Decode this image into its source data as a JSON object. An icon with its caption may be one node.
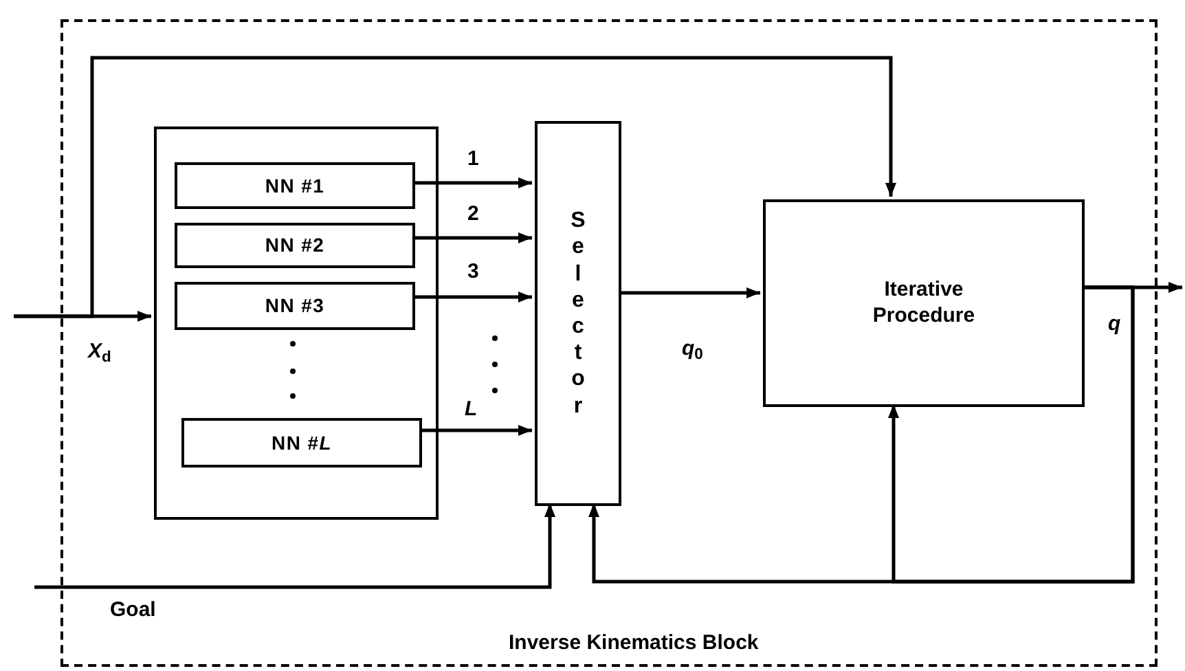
{
  "diagram": {
    "nodes": [
      {
        "text": [
          "Inverse Kinematics Block"
        ]
      },
      {
        "text": [],
        "shape": "box",
        "in": 0
      },
      {
        "text": [
          "NN #1"
        ],
        "in": 1
      },
      {
        "text": [
          "NN #2"
        ],
        "in": 1
      },
      {
        "text": [
          "NN #3"
        ],
        "in": 1
      },
      {
        "text": [
          "NN #*L*"
        ],
        "in": 1
      },
      {
        "text": [
          "Selector"
        ],
        "in": 0
      },
      {
        "text": [
          "Iterative Procedure"
        ],
        "in": 0
      }
    ],
    "edges": [
      {
        "from": null,
        "to": 1,
        "arrow": "to",
        "label": "*X*$_{d}$"
      },
      {
        "from": null,
        "to": 7,
        "arrow": "to"
      },
      {
        "from": 2,
        "to": 6,
        "arrow": "to",
        "label": "1"
      },
      {
        "from": 3,
        "to": 6,
        "arrow": "to",
        "label": "2"
      },
      {
        "from": 4,
        "to": 6,
        "arrow": "to",
        "label": "3"
      },
      {
        "from": 5,
        "to": 6,
        "arrow": "to",
        "label": "*L*"
      },
      {
        "from": 6,
        "to": 7,
        "arrow": "to",
        "label": "*q*$_{0}$"
      },
      {
        "from": 7,
        "to": null,
        "arrow": "to",
        "label": "*q*"
      },
      {
        "from": 7,
        "to": 6,
        "arrow": "to"
      },
      {
        "from": 7,
        "to": 7,
        "arrow": "to"
      },
      {
        "from": null,
        "to": 6,
        "arrow": "to",
        "label": "Goal"
      }
    ]
  }
}
